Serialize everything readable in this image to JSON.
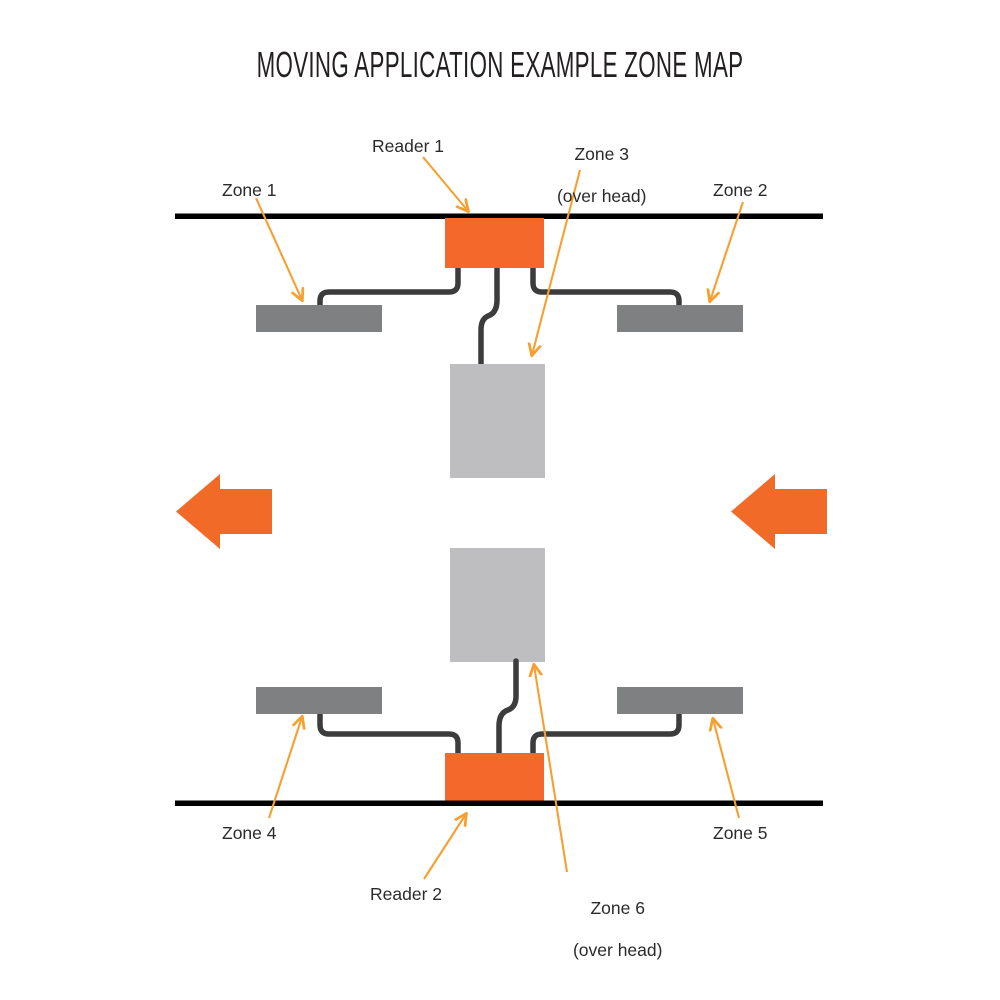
{
  "page": {
    "title": "MOVING APPLICATION EXAMPLE ZONE MAP",
    "background": "#ffffff"
  },
  "colors": {
    "orange": "#F26A28",
    "arrow_orange": "#F5A030",
    "reader_orange": "#F4692B",
    "antenna_gray": "#7F8082",
    "object_gray": "#BEBEC0",
    "line_black": "#000000",
    "cable_gray": "#3C3C3C",
    "text": "#2b2b2b",
    "title_text": "#231f20"
  },
  "labels": {
    "zone1": "Zone 1",
    "zone2": "Zone 2",
    "zone3_line1": "Zone 3",
    "zone3_line2": "(over head)",
    "zone4": "Zone 4",
    "zone5": "Zone 5",
    "zone6_line1": "Zone 6",
    "zone6_line2": "(over head)",
    "reader1": "Reader 1",
    "reader2": "Reader 2"
  },
  "elements": {
    "top_wall": "top-boundary-line",
    "bottom_wall": "bottom-boundary-line",
    "reader1_box": "reader-1-device",
    "reader2_box": "reader-2-device",
    "antenna_zone1": "antenna-zone-1",
    "antenna_zone2": "antenna-zone-2",
    "antenna_zone4": "antenna-zone-4",
    "antenna_zone5": "antenna-zone-5",
    "overhead_zone3": "overhead-antenna-zone-3",
    "overhead_zone6": "overhead-antenna-zone-6",
    "arrow_left_outer": "direction-arrow-left",
    "arrow_right_outer": "direction-arrow-right"
  },
  "direction": {
    "travel": "left"
  }
}
